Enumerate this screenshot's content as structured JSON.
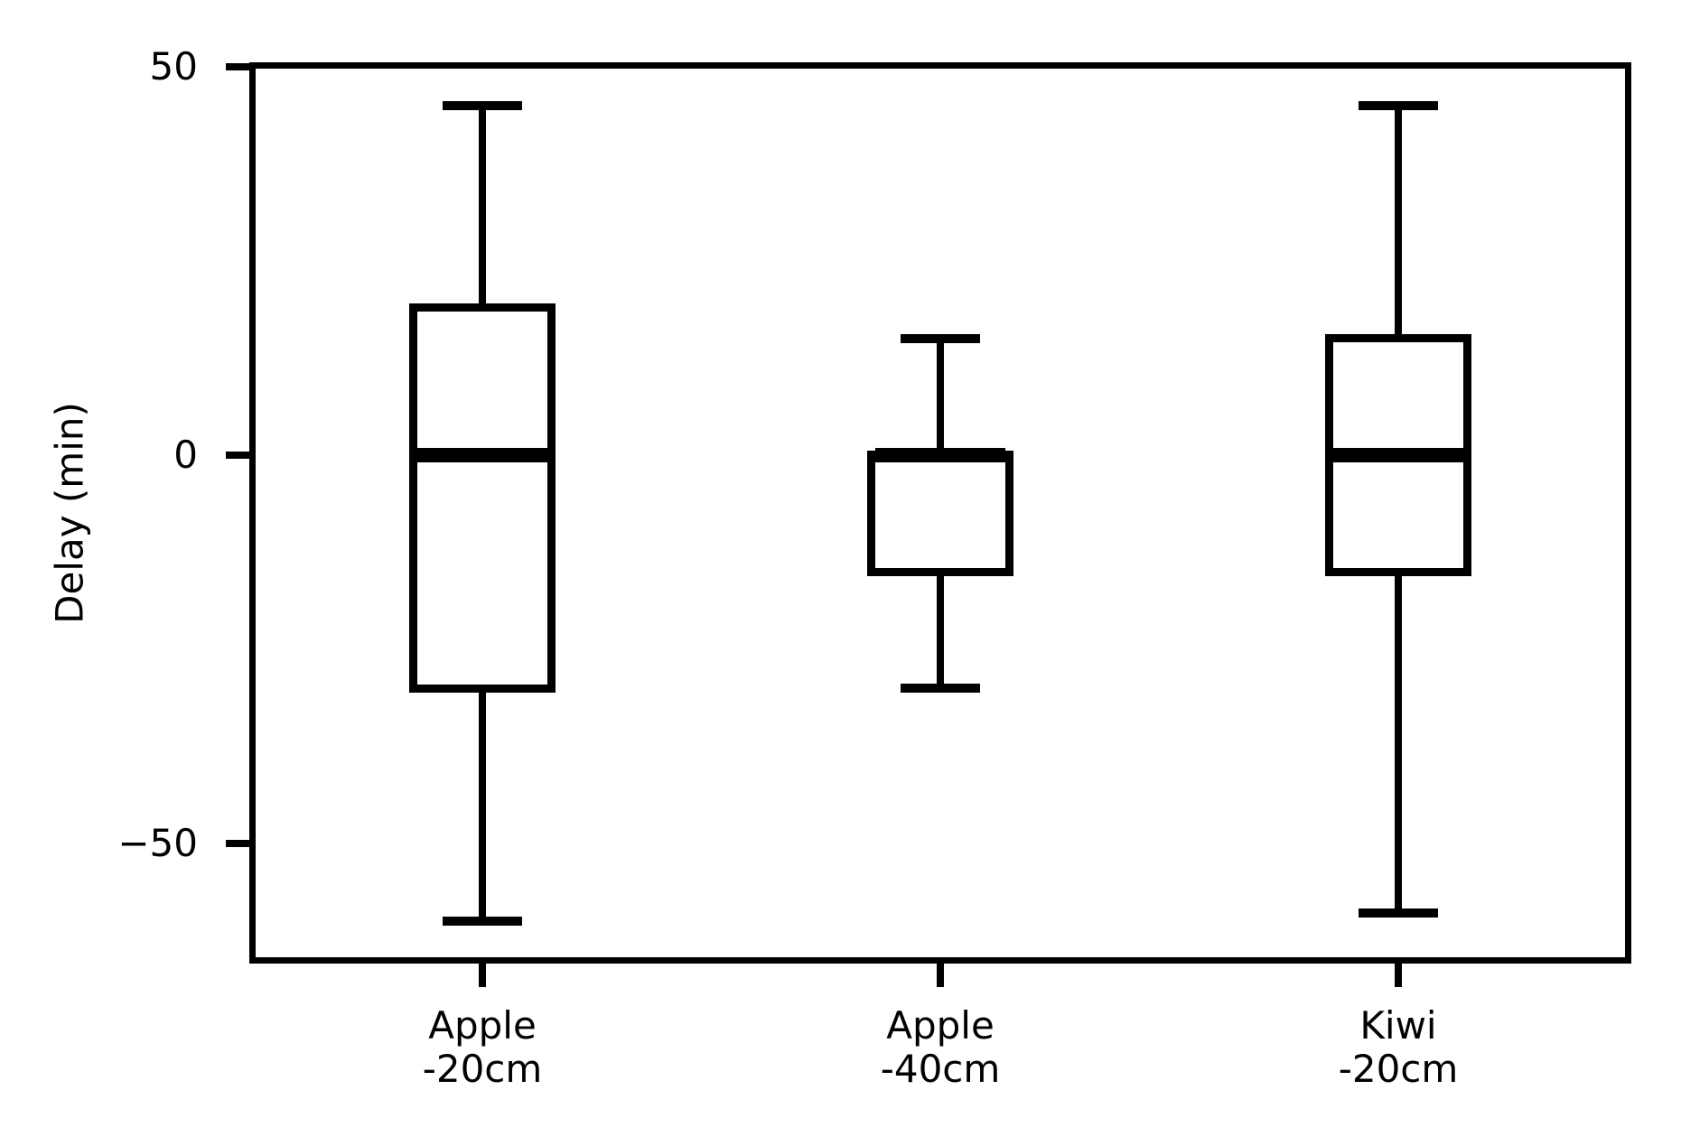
{
  "figure": {
    "background_color": "#ffffff",
    "line_color": "#000000"
  },
  "chart_data": {
    "type": "boxplot",
    "title": "",
    "xlabel": "",
    "ylabel": "Delay (min)",
    "categories": [
      "Apple\n-20cm",
      "Apple\n-40cm",
      "Kiwi\n-20cm"
    ],
    "y_ticks": [
      {
        "value": 50,
        "label": "50"
      },
      {
        "value": 0,
        "label": "0"
      },
      {
        "value": -50,
        "label": "−50"
      }
    ],
    "ylim": [
      -65,
      50.3
    ],
    "grid": false,
    "legend": null,
    "series": [
      {
        "name": "Apple -20cm",
        "label_lines": [
          "Apple",
          "-20cm"
        ],
        "whisker_low": -60,
        "q1": -30,
        "median": 0,
        "q3": 19,
        "whisker_high": 45
      },
      {
        "name": "Apple -40cm",
        "label_lines": [
          "Apple",
          "-40cm"
        ],
        "whisker_low": -30,
        "q1": -15,
        "median": 0,
        "q3": 0,
        "whisker_high": 15
      },
      {
        "name": "Kiwi -20cm",
        "label_lines": [
          "Kiwi",
          "-20cm"
        ],
        "whisker_low": -59,
        "q1": -15,
        "median": 0,
        "q3": 15,
        "whisker_high": 45
      }
    ]
  }
}
